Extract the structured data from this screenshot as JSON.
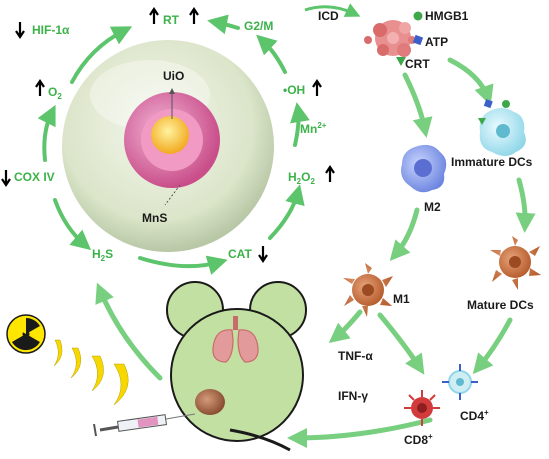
{
  "cycle": {
    "hif": "HIF-1α",
    "rt": "RT",
    "g2m": "G2/M",
    "o2": "O",
    "o2_sub": "2",
    "oh": "•OH",
    "mn": "Mn",
    "mn_sup": "2+",
    "cox": "COX IV",
    "h2o2_a": "H",
    "h2o2_s1": "2",
    "h2o2_b": "O",
    "h2o2_s2": "2",
    "h2s_a": "H",
    "h2s_s": "2",
    "h2s_b": "S",
    "cat": "CAT"
  },
  "nanoparticle": {
    "core": "UiO",
    "shell": "MnS"
  },
  "icd": {
    "label": "ICD",
    "hmgb1": "HMGB1",
    "atp": "ATP",
    "crt": "CRT"
  },
  "cells": {
    "m2": "M2",
    "m1": "M1",
    "immature": "Immature DCs",
    "mature": "Mature DCs",
    "cd8": "CD8",
    "cd8_sup": "+",
    "cd4": "CD4",
    "cd4_sup": "+"
  },
  "cytokines": {
    "tnf": "TNF-α",
    "ifn": "IFN-γ"
  },
  "colors": {
    "arrow_green": "#5cc46a",
    "label_green": "#3cb24a",
    "cell_fill": "#d9e4c6",
    "mouse_fill": "#c3e0a3",
    "shell_pink": "#d9659e",
    "core_yellow": "#ffcc33",
    "macrophage": "#c7713f",
    "m2_blue": "#7f96e6",
    "dc_cyan": "#9fe0ec",
    "cd8_red": "#d13b3b"
  }
}
